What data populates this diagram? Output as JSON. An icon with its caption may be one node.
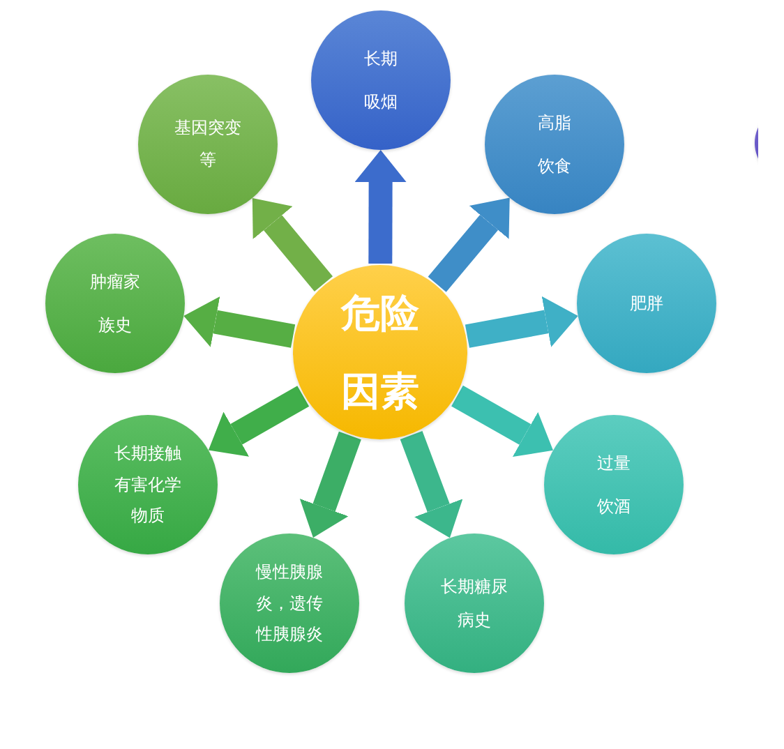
{
  "diagram": {
    "nodes": [
      {
        "text": [
          "危险因素"
        ]
      },
      {
        "text": [
          "长期吸烟"
        ]
      },
      {
        "text": [
          "高脂饮食"
        ]
      },
      {
        "text": [
          "肥胖"
        ]
      },
      {
        "text": [
          "过量饮酒"
        ]
      },
      {
        "text": [
          "长期糖尿病史"
        ]
      },
      {
        "text": [
          "慢性胰腺炎，遗传性胰腺炎"
        ]
      },
      {
        "text": [
          "长期接触有害化学物质"
        ]
      },
      {
        "text": [
          "肿瘤家族史"
        ]
      },
      {
        "text": [
          "基因突变等"
        ]
      },
      {
        "text": [],
        "shape": "circle"
      }
    ],
    "edges": [
      {
        "from": 0,
        "to": 1,
        "arrow": "to",
        "color": "#3c6ccc"
      },
      {
        "from": 0,
        "to": 2,
        "arrow": "to",
        "color": "#3f8ec8"
      },
      {
        "from": 0,
        "to": 3,
        "arrow": "to",
        "color": "#3fb0c6"
      },
      {
        "from": 0,
        "to": 4,
        "arrow": "to",
        "color": "#3cc0b0"
      },
      {
        "from": 0,
        "to": 5,
        "arrow": "to",
        "color": "#3cb78c"
      },
      {
        "from": 0,
        "to": 6,
        "arrow": "to",
        "color": "#3cae66"
      },
      {
        "from": 0,
        "to": 7,
        "arrow": "to",
        "color": "#40ae4a"
      },
      {
        "from": 0,
        "to": 8,
        "arrow": "to",
        "color": "#56ae44"
      },
      {
        "from": 0,
        "to": 9,
        "arrow": "to",
        "color": "#72b048"
      }
    ]
  }
}
